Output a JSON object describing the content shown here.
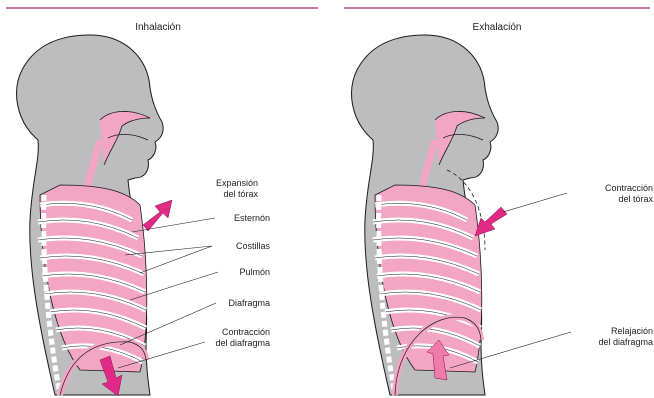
{
  "panels": {
    "left": {
      "title": "Inhalación",
      "labels": {
        "chest_expansion_line1": "Expansión",
        "chest_expansion_line2": "del tórax",
        "sternum": "Esternón",
        "ribs": "Costillas",
        "lung": "Pulmón",
        "diaphragm": "Diafragma",
        "diaphragm_contraction_line1": "Contracción",
        "diaphragm_contraction_line2": "del diafragma"
      }
    },
    "right": {
      "title": "Exhalación",
      "labels": {
        "chest_contraction_line1": "Contracción",
        "chest_contraction_line2": "del tórax",
        "diaphragm_relaxation_line1": "Relajación",
        "diaphragm_relaxation_line2": "del diafragma"
      }
    }
  },
  "colors": {
    "accent_line": "#b0246a",
    "body_gray": "#bdbdbd",
    "lung_pink": "#f2a6c4",
    "lung_pink_light": "#f8d3e2",
    "rib_white": "#ffffff",
    "arrow_magenta": "#e02a86",
    "arrow_pink_light": "#f07aa8",
    "outline": "#1a1a1a"
  }
}
